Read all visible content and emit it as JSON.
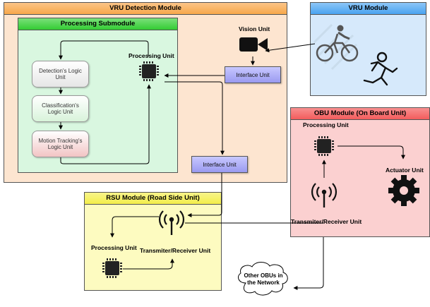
{
  "vru_detection_module": {
    "title": "VRU Detection Module"
  },
  "processing_submodule": {
    "title": "Processing Submodule",
    "processing_unit_label": "Processing Unit",
    "logic_units": [
      "Detection's Logic Unit",
      "Classification's Logic Unit",
      "Motion Tracking's Logic Unit"
    ]
  },
  "vision_unit_label": "Vision Unit",
  "interface_unit_top": "Interface Unit",
  "interface_unit_bottom": "Interface Unit",
  "vru_module": {
    "title": "VRU Module"
  },
  "obu_module": {
    "title": "OBU Module (On Board Unit)",
    "processing_unit_label": "Processing Unit",
    "actuator_label": "Actuator Unit",
    "transceiver_label": "Transmiter/Receiver Unit"
  },
  "rsu_module": {
    "title": "RSU Module (Road Side Unit)",
    "processing_unit_label": "Processing Unit",
    "transceiver_label": "Transmiter/Receiver Unit"
  },
  "cloud_label": "Other OBUs in the Network",
  "colors": {
    "vru_detection_bg": "#fde5d0",
    "vru_detection_header": "#f7a84a",
    "processing_bg": "#d9f7e0",
    "processing_header": "#33cc33",
    "vru_module_bg": "#d6e9fb",
    "vru_module_header": "#4aa3f0",
    "obu_bg": "#fbd0d0",
    "obu_header": "#f35c5c",
    "rsu_bg": "#fdfbc0",
    "rsu_header": "#f3ee4a",
    "interface_fill": "#a8a8f5"
  }
}
